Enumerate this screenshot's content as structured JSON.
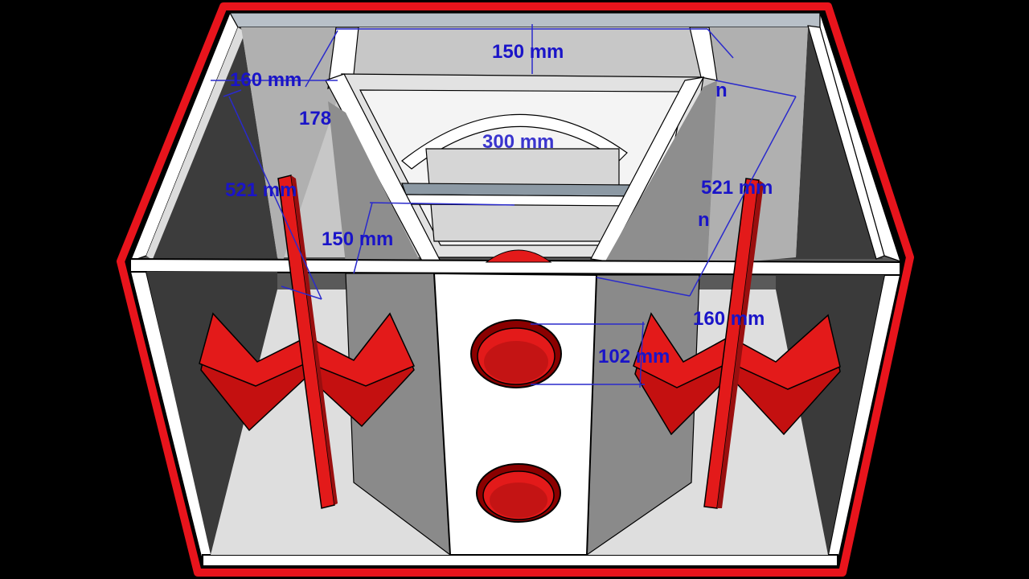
{
  "diagram": {
    "colors": {
      "background": "#000000",
      "outline": "#e8141c",
      "accent_red": "#e31a1a",
      "dimension_text": "#1a14c8",
      "panel_white": "#ffffff",
      "panel_light_gray": "#d4d4d4",
      "panel_mid_gray": "#a9a9a9",
      "panel_dark_gray": "#4a4a4a"
    },
    "dimensions": {
      "top_width": "150 mm",
      "left_top": "160 mm",
      "left_partial": "178",
      "right_partial": "n",
      "center_hidden": "300 mm",
      "left_depth": "521 mm",
      "right_depth": "521 mm",
      "left_inner": "150 mm",
      "right_lower": "160 mm",
      "port_spacing": "102 mm",
      "right_inner_partial": "n"
    },
    "components": {
      "ports": 3,
      "stands": 2
    }
  }
}
